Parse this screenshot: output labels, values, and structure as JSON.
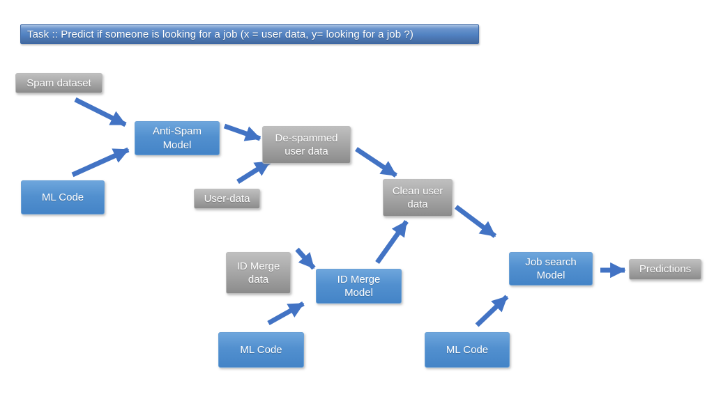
{
  "title_bar": {
    "label": "Task :: Predict if someone is looking for a job (x = user data, y= looking for a job ?)"
  },
  "nodes": {
    "spam_dataset": {
      "label": "Spam dataset",
      "kind": "data"
    },
    "anti_spam_model": {
      "label": "Anti-Spam\nModel",
      "kind": "model"
    },
    "ml_code_1": {
      "label": "ML Code",
      "kind": "model"
    },
    "de_spammed_user_data": {
      "label": "De-spammed\nuser data",
      "kind": "data"
    },
    "user_data": {
      "label": "User-data",
      "kind": "data"
    },
    "clean_user_data": {
      "label": "Clean user\ndata",
      "kind": "data"
    },
    "id_merge_data": {
      "label": "ID Merge\ndata",
      "kind": "data"
    },
    "id_merge_model": {
      "label": "ID Merge\nModel",
      "kind": "model"
    },
    "ml_code_2": {
      "label": "ML Code",
      "kind": "model"
    },
    "job_search_model": {
      "label": "Job search\nModel",
      "kind": "model"
    },
    "ml_code_3": {
      "label": "ML Code",
      "kind": "model"
    },
    "predictions": {
      "label": "Predictions",
      "kind": "data"
    }
  },
  "edges": [
    {
      "from": "spam_dataset",
      "to": "anti_spam_model"
    },
    {
      "from": "ml_code_1",
      "to": "anti_spam_model"
    },
    {
      "from": "anti_spam_model",
      "to": "de_spammed_user_data"
    },
    {
      "from": "user_data",
      "to": "de_spammed_user_data"
    },
    {
      "from": "de_spammed_user_data",
      "to": "clean_user_data"
    },
    {
      "from": "id_merge_data",
      "to": "id_merge_model"
    },
    {
      "from": "ml_code_2",
      "to": "id_merge_model"
    },
    {
      "from": "id_merge_model",
      "to": "clean_user_data"
    },
    {
      "from": "clean_user_data",
      "to": "job_search_model"
    },
    {
      "from": "ml_code_3",
      "to": "job_search_model"
    },
    {
      "from": "job_search_model",
      "to": "predictions"
    }
  ],
  "colors": {
    "model_box_blue": "#4f8bcd",
    "data_box_gray": "#a2a2a2",
    "arrow_blue": "#4273c4",
    "title_bar_blue": "#5081c1",
    "text": "#ffffff",
    "background": "#ffffff"
  }
}
